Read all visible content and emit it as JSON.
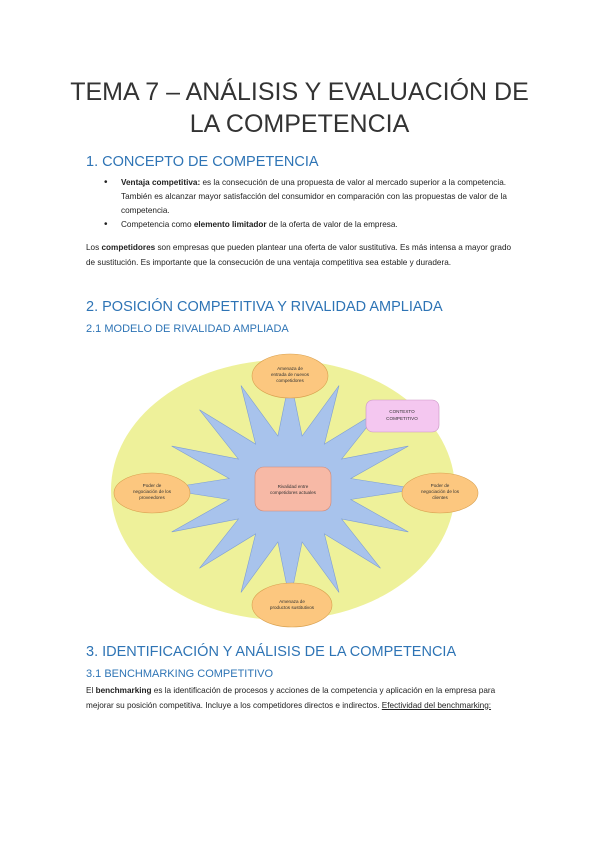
{
  "title_line1": "TEMA 7 – ANÁLISIS Y EVALUACIÓN DE",
  "title_line2": "LA COMPETENCIA",
  "section1": {
    "heading": "1. CONCEPTO DE COMPETENCIA",
    "bullet1": {
      "term": "Ventaja competitiva:",
      "text": " es la consecución de una propuesta de valor al mercado superior a la competencia. También es alcanzar mayor satisfacción del consumidor en comparación con las propuestas de valor de la competencia."
    },
    "bullet2": {
      "pre": "Competencia como ",
      "term": "elemento limitador",
      "post": " de la oferta de valor de la empresa."
    },
    "para": {
      "pre": "Los ",
      "term": "competidores",
      "post": " son empresas que pueden plantear una oferta de valor sustitutiva. Es más intensa a mayor grado de sustitución. Es importante que la consecución de una ventaja competitiva sea estable y duradera."
    }
  },
  "section2": {
    "heading": "2. POSICIÓN COMPETITIVA Y RIVALIDAD AMPLIADA",
    "sub": "2.1 MODELO DE RIVALIDAD AMPLIADA",
    "diagram": {
      "top": [
        "Amenaza de",
        "entrada de nuevos",
        "competidores"
      ],
      "context": [
        "CONTEXTO",
        "COMPETITIVO"
      ],
      "left": [
        "Poder de",
        "negociación de los",
        "proveedores"
      ],
      "center": [
        "Rivalidad entre",
        "competidores actuales"
      ],
      "right": [
        "Poder de",
        "negociación de los",
        "clientes"
      ],
      "bottom": [
        "Amenaza de",
        "productos sustitutivos"
      ],
      "colors": {
        "ellipse": "#eef19a",
        "star": "#a8c3ec",
        "node": "#fcc77f",
        "center": "#f7b9a6",
        "context": "#f4c7f0"
      }
    }
  },
  "section3": {
    "heading": "3. IDENTIFICACIÓN Y ANÁLISIS DE LA COMPETENCIA",
    "sub": "3.1 BENCHMARKING COMPETITIVO",
    "para": {
      "pre": "El ",
      "term": "benchmarking",
      "post": " es la identificación de procesos y acciones de la competencia y aplicación en la empresa para mejorar su posición competitiva. Incluye a los competidores directos e indirectos. ",
      "underlined": "Efectividad del benchmarking:"
    }
  }
}
